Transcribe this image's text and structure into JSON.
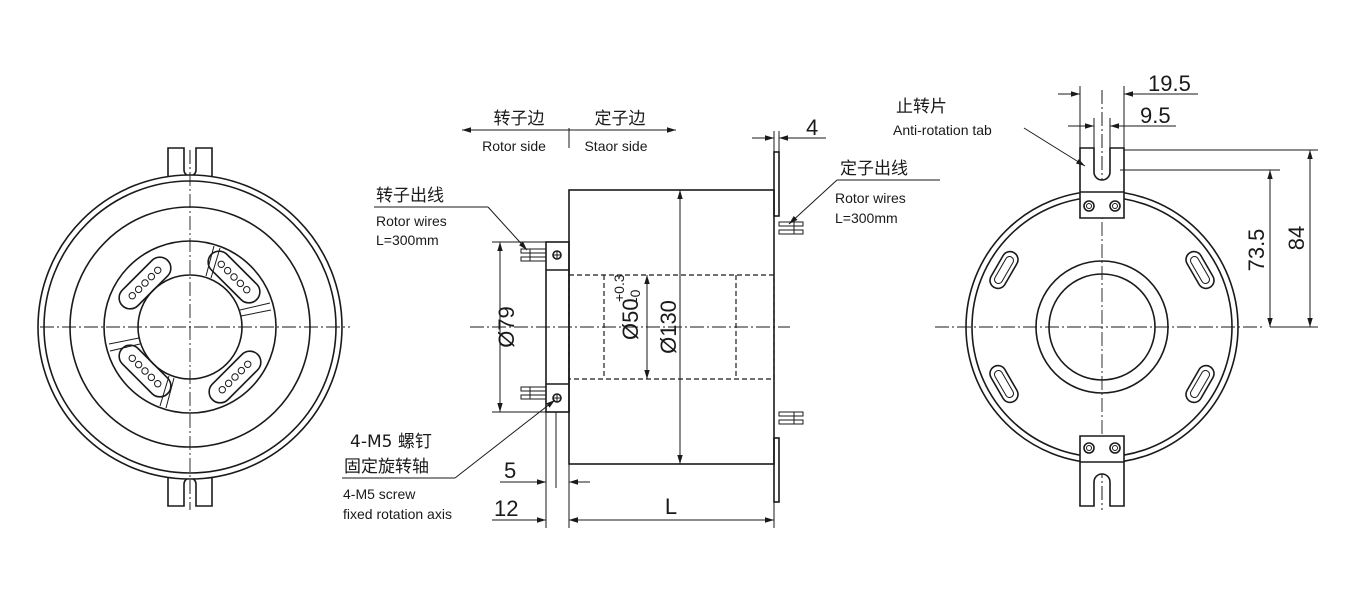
{
  "labels": {
    "rotor_side_cn": "转子边",
    "rotor_side_en": "Rotor side",
    "stator_side_cn": "定子边",
    "stator_side_en": "Staor side",
    "rotor_wires_cn": "转子出线",
    "rotor_wires_en": "Rotor wires",
    "rotor_wires_len": "L=300mm",
    "stator_wires_cn": "定子出线",
    "stator_wires_en": "Rotor wires",
    "stator_wires_len": "L=300mm",
    "screw_cn_1": "4-M5 螺钉",
    "screw_cn_2": "固定旋转轴",
    "screw_en_1": "4-M5 screw",
    "screw_en_2": "fixed rotation axis",
    "tab_cn": "止转片",
    "tab_en": "Anti-rotation tab"
  },
  "dimensions": {
    "flange_thickness": "4",
    "rotor_dia": "Ø79",
    "bore_dia": "Ø50",
    "bore_tol_upper": "+0.3",
    "bore_tol_lower": "-0",
    "body_dia": "Ø130",
    "shoulder_5": "5",
    "rotor_len_12": "12",
    "body_len": "L",
    "tab_width_19_5": "19.5",
    "tab_slot_9_5": "9.5",
    "tab_height_73_5": "73.5",
    "tab_height_84": "84"
  }
}
